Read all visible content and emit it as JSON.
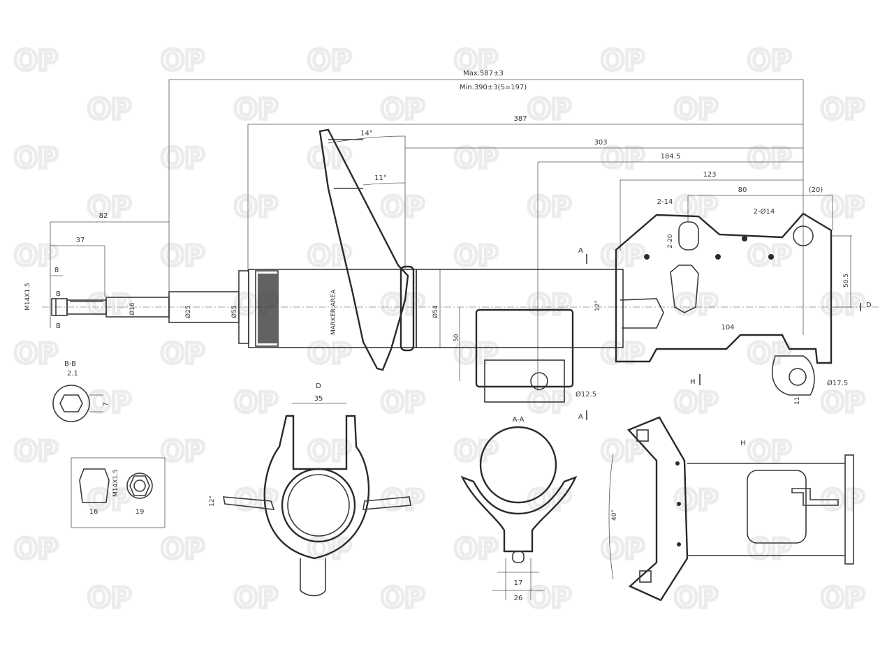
{
  "watermark": "OP",
  "dimensions": {
    "max_length": "Max.587±3",
    "min_length": "Min.390±3(S=197)",
    "d387": "387",
    "d303": "303",
    "d184": "184.5",
    "d123": "123",
    "d80": "80",
    "d20p": "(20)",
    "d82": "82",
    "d37": "37",
    "d8": "8",
    "thread_top": "M14X1.5",
    "dia16": "Ø16",
    "dia25": "Ø25",
    "dia55": "Ø55",
    "dia54": "Ø54",
    "d50": "50",
    "ang14": "14°",
    "ang11": "11°",
    "slot_2x14": "2-14",
    "slot_2x20": "2-20",
    "holes_2x14": "2-Ø14",
    "d50_5": "50.5",
    "d104": "104",
    "ang12a": "12°",
    "dia12_5": "Ø12.5",
    "dia17_5": "Ø17.5",
    "d11": "11",
    "d35": "35",
    "ang12b": "12°",
    "d17": "17",
    "d26": "26",
    "ang40": "40°",
    "d2_1": "2.1",
    "d7": "7",
    "nut_thread": "M14X1.5",
    "nut16": "16",
    "nut19": "19"
  },
  "labels": {
    "marker_area": "MARKER AREA",
    "section_bb": "B-B",
    "section_aa": "A-A",
    "view_d_label": "D",
    "view_h_label": "H",
    "mark_a_top": "A",
    "mark_a_bottom": "A",
    "mark_h": "H",
    "mark_d": "D",
    "mark_b_top": "B",
    "mark_b_bottom": "B"
  }
}
